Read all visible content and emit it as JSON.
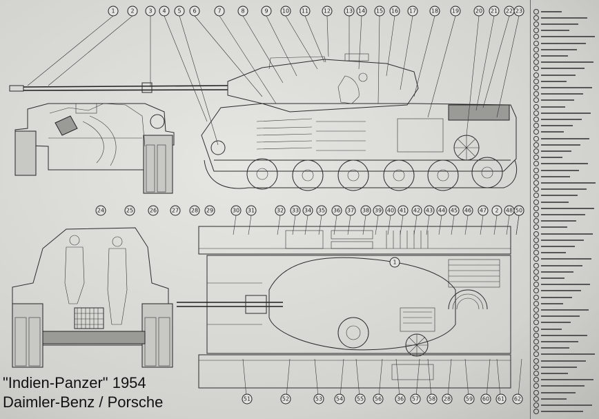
{
  "caption": {
    "line1": "\"Indien-Panzer\" 1954",
    "line2": "Daimler-Benz / Porsche"
  },
  "callouts_top": [
    "1",
    "2",
    "3",
    "4",
    "5",
    "6",
    "7",
    "8",
    "9",
    "10",
    "11",
    "12",
    "13",
    "14",
    "15",
    "16",
    "17",
    "18",
    "19",
    "20",
    "21",
    "22",
    "23"
  ],
  "callouts_middle": [
    "24",
    "25",
    "26",
    "27",
    "28",
    "29",
    "30",
    "31",
    "32",
    "33",
    "34",
    "35",
    "36",
    "37",
    "38",
    "39",
    "40",
    "41",
    "42",
    "43",
    "44",
    "45",
    "46",
    "47",
    "2",
    "48",
    "49",
    "50"
  ],
  "callouts_bottom": [
    "51",
    "52",
    "53",
    "54",
    "55",
    "56",
    "36",
    "57",
    "58",
    "28",
    "59",
    "60",
    "61",
    "62"
  ],
  "callouts_interior": [
    "1"
  ],
  "legend_rows": 64,
  "colors": {
    "paper": "#d9d9d6",
    "ink": "#222222"
  }
}
